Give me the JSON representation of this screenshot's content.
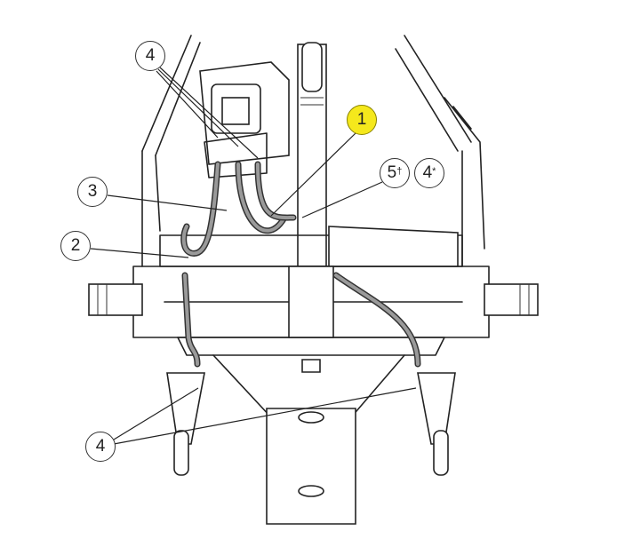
{
  "diagram": {
    "callouts": [
      {
        "id": "top-4",
        "label": "4",
        "sup": ""
      },
      {
        "id": "1",
        "label": "1",
        "sup": "",
        "highlight": true
      },
      {
        "id": "5",
        "label": "5",
        "sup": "†"
      },
      {
        "id": "4-star",
        "label": "4",
        "sup": "*"
      },
      {
        "id": "3",
        "label": "3",
        "sup": ""
      },
      {
        "id": "2",
        "label": "2",
        "sup": ""
      },
      {
        "id": "bottom-4",
        "label": "4",
        "sup": ""
      }
    ],
    "highlight_color": "#f5e81c"
  }
}
